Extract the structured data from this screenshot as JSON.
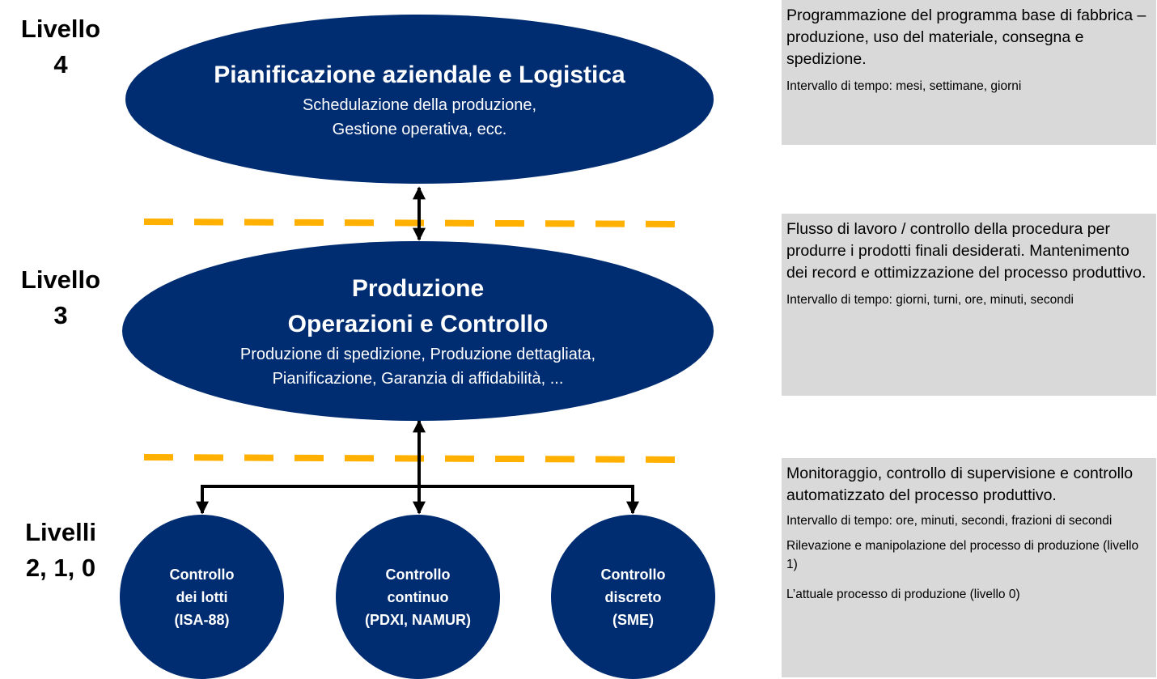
{
  "levels": {
    "l4": [
      "Livello",
      "4"
    ],
    "l3": [
      "Livello",
      "3"
    ],
    "l210": [
      "Livelli",
      "2, 1, 0"
    ]
  },
  "level4": {
    "title": "Pianificazione aziendale e Logistica",
    "subtitle_lines": [
      "Schedulazione della produzione,",
      "Gestione operativa, ecc."
    ]
  },
  "level3": {
    "title_lines": [
      "Produzione",
      "Operazioni e Controllo"
    ],
    "subtitle_lines": [
      "Produzione di spedizione, Produzione dettagliata,",
      "Pianificazione, Garanzia di affidabilità, ..."
    ]
  },
  "controls": [
    {
      "lines": [
        "Controllo",
        "dei lotti",
        "(ISA-88)"
      ]
    },
    {
      "lines": [
        "Controllo",
        "continuo",
        "(PDXI, NAMUR)"
      ]
    },
    {
      "lines": [
        "Controllo",
        "discreto",
        "(SME)"
      ]
    }
  ],
  "info_boxes": [
    {
      "main": "Programmazione del programma base di fabbrica – produzione, uso del materiale, consegna e spedizione.",
      "notes": [
        "Intervallo di tempo: mesi, settimane, giorni"
      ]
    },
    {
      "main": "Flusso di lavoro / controllo della procedura per produrre i prodotti finali desiderati. Mantenimento dei record e ottimizzazione del processo produttivo.",
      "notes": [
        "Intervallo di tempo: giorni, turni, ore, minuti, secondi"
      ]
    },
    {
      "main": "Monitoraggio, controllo di supervisione e controllo automatizzato del processo produttivo.",
      "notes": [
        "Intervallo di tempo: ore, minuti, secondi, frazioni di secondi",
        "Rilevazione e manipolazione del processo di produzione (livello 1)",
        "L’attuale processo di produzione (livello 0)"
      ]
    }
  ],
  "colors": {
    "shape_fill": "#002d72",
    "divider": "#ffb000",
    "info_bg": "#d9d9d9"
  }
}
